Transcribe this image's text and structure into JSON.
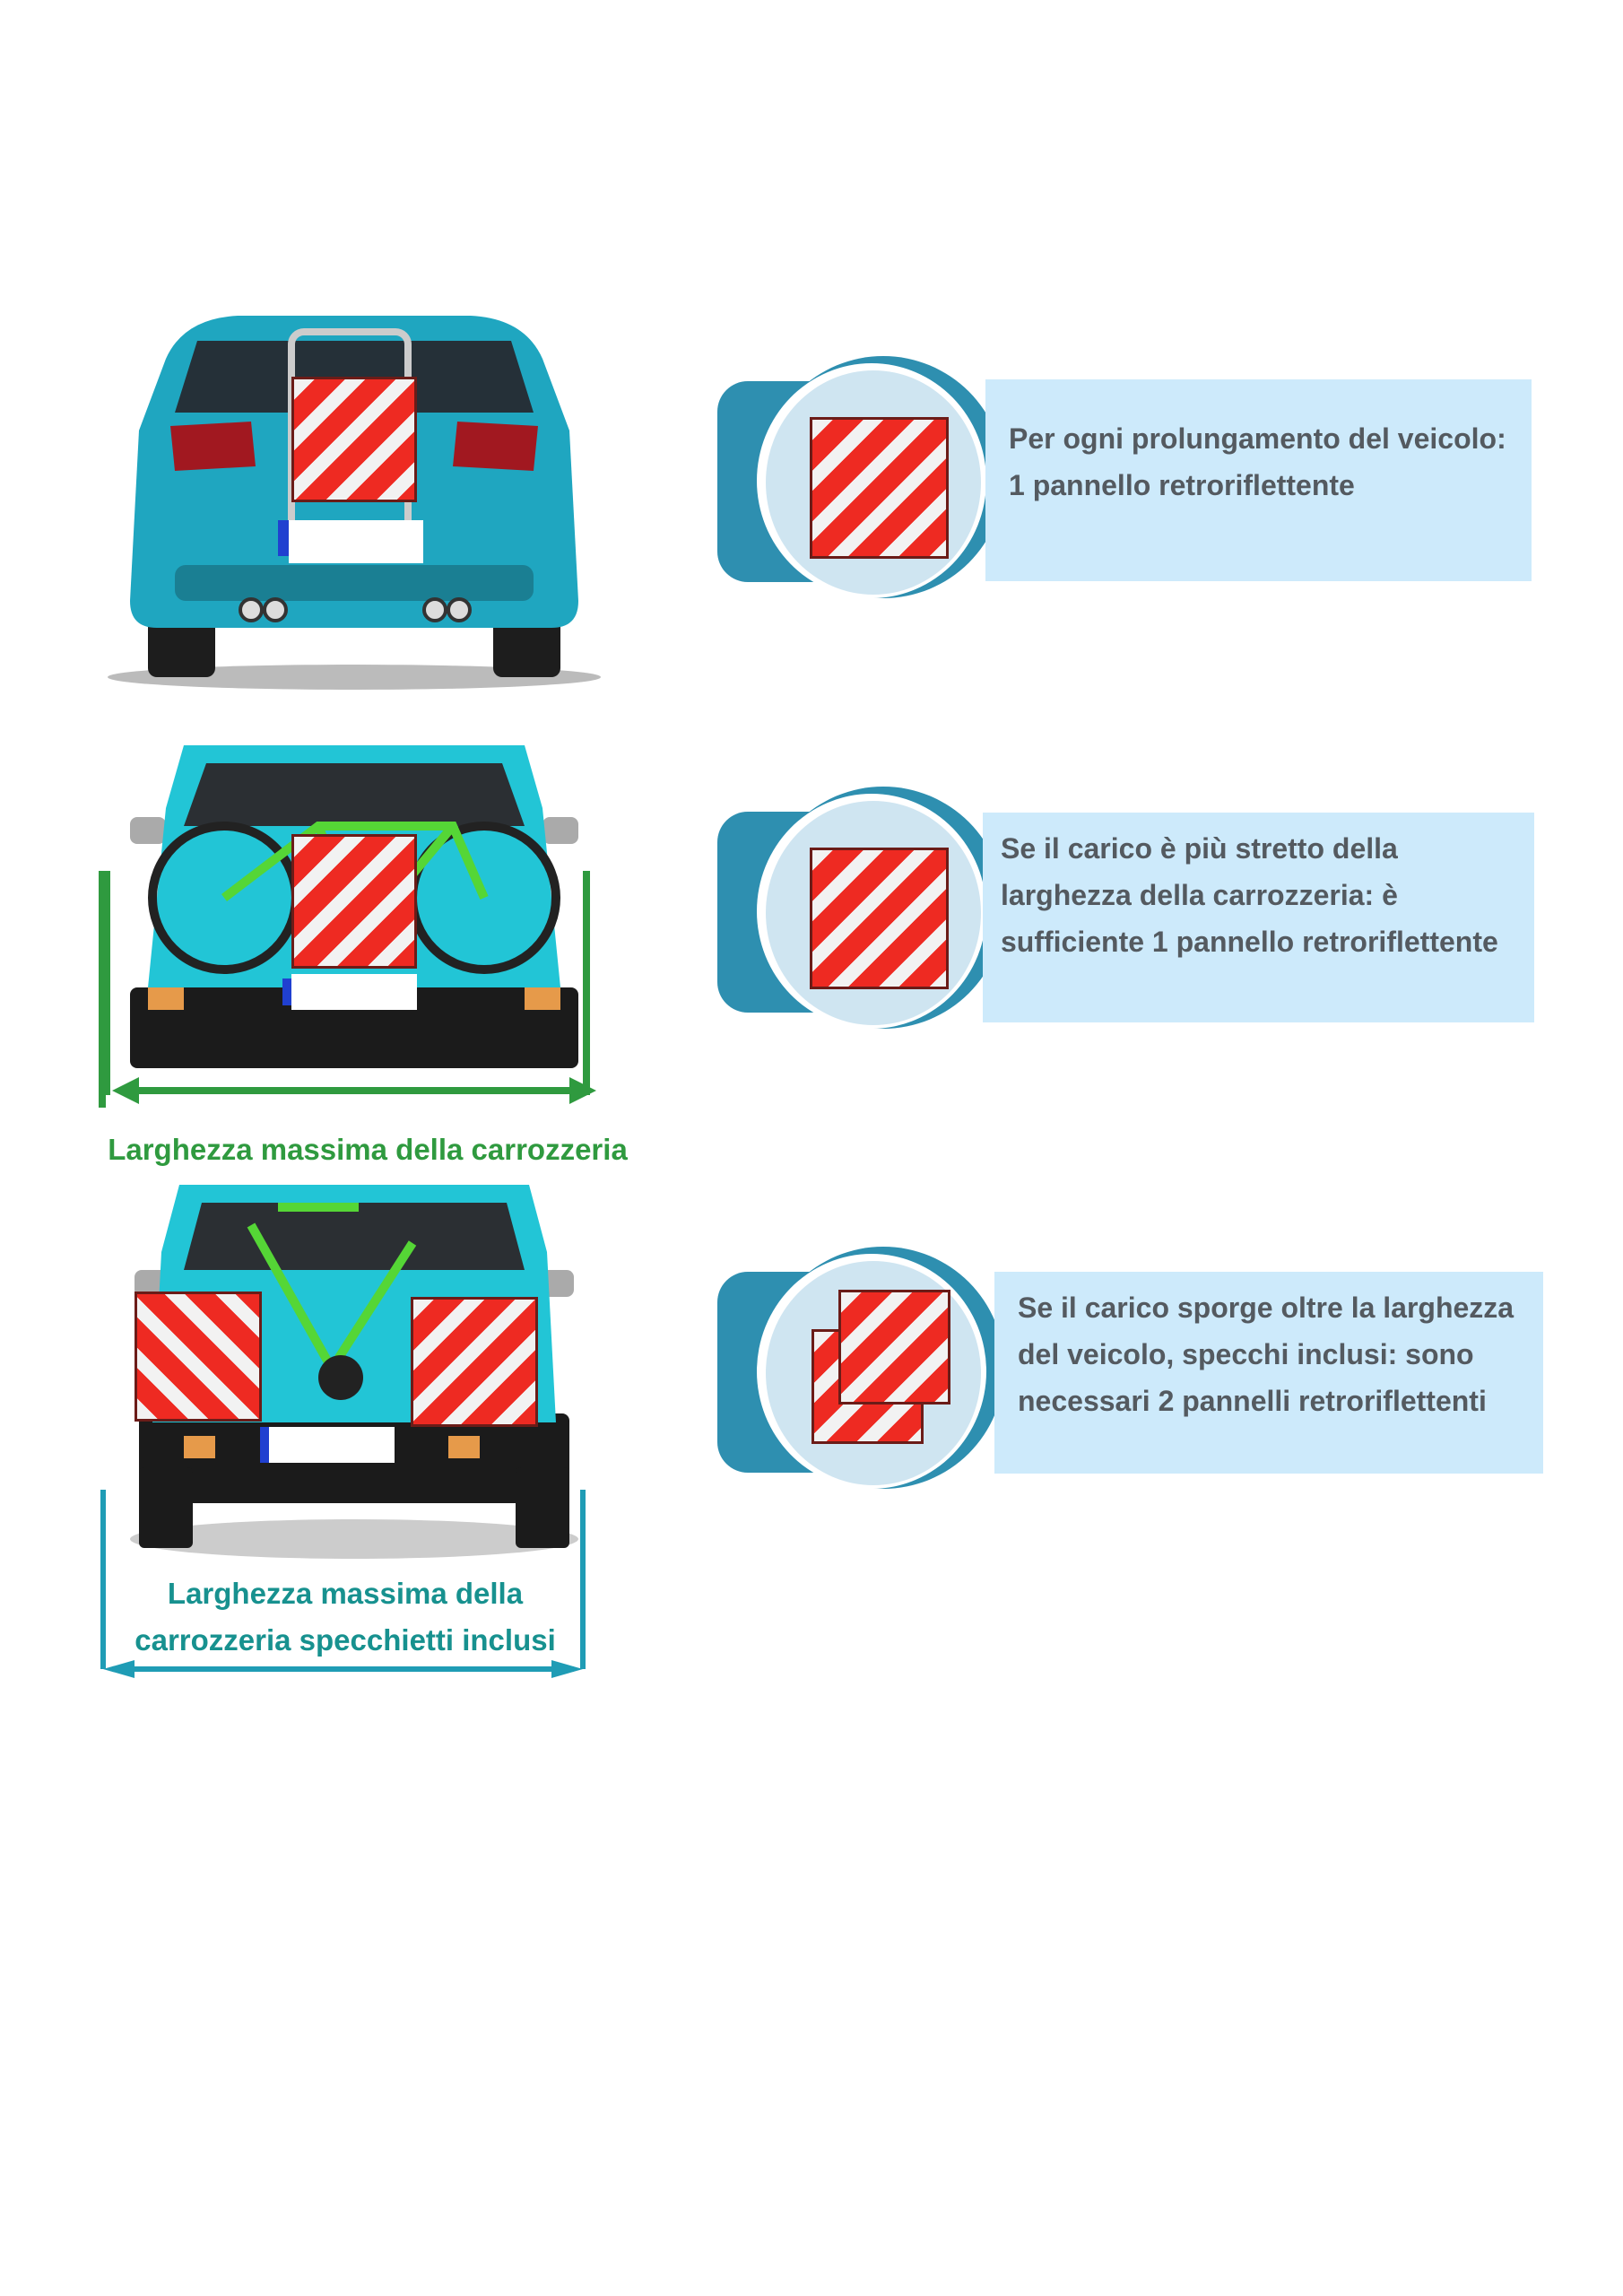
{
  "rules": [
    {
      "text_lines": [
        "Per ogni prolungamento del veicolo:",
        "1 pannello retroriflettente"
      ],
      "panels": 1
    },
    {
      "text_lines": [
        "Se il carico è più stretto della",
        "larghezza della carrozzeria: è",
        "sufficiente 1 pannello retroriflettente"
      ],
      "panels": 1
    },
    {
      "text_lines": [
        "Se il carico sporge oltre la larghezza",
        "del veicolo, specchi inclusi: sono",
        "necessari 2 pannelli retroriflettenti"
      ],
      "panels": 2
    }
  ],
  "captions": {
    "body_width": "Larghezza massima della carrozzeria",
    "mirror_width_line1": "Larghezza massima della",
    "mirror_width_line2": "carrozzeria specchietti inclusi"
  },
  "colors": {
    "car_body": "#1fa6c0",
    "panel_red": "#ee2a22",
    "box_bg": "#cdeafb",
    "green": "#2f9a3f",
    "teal": "#17918f",
    "icon_blue": "#2e8fb0"
  }
}
